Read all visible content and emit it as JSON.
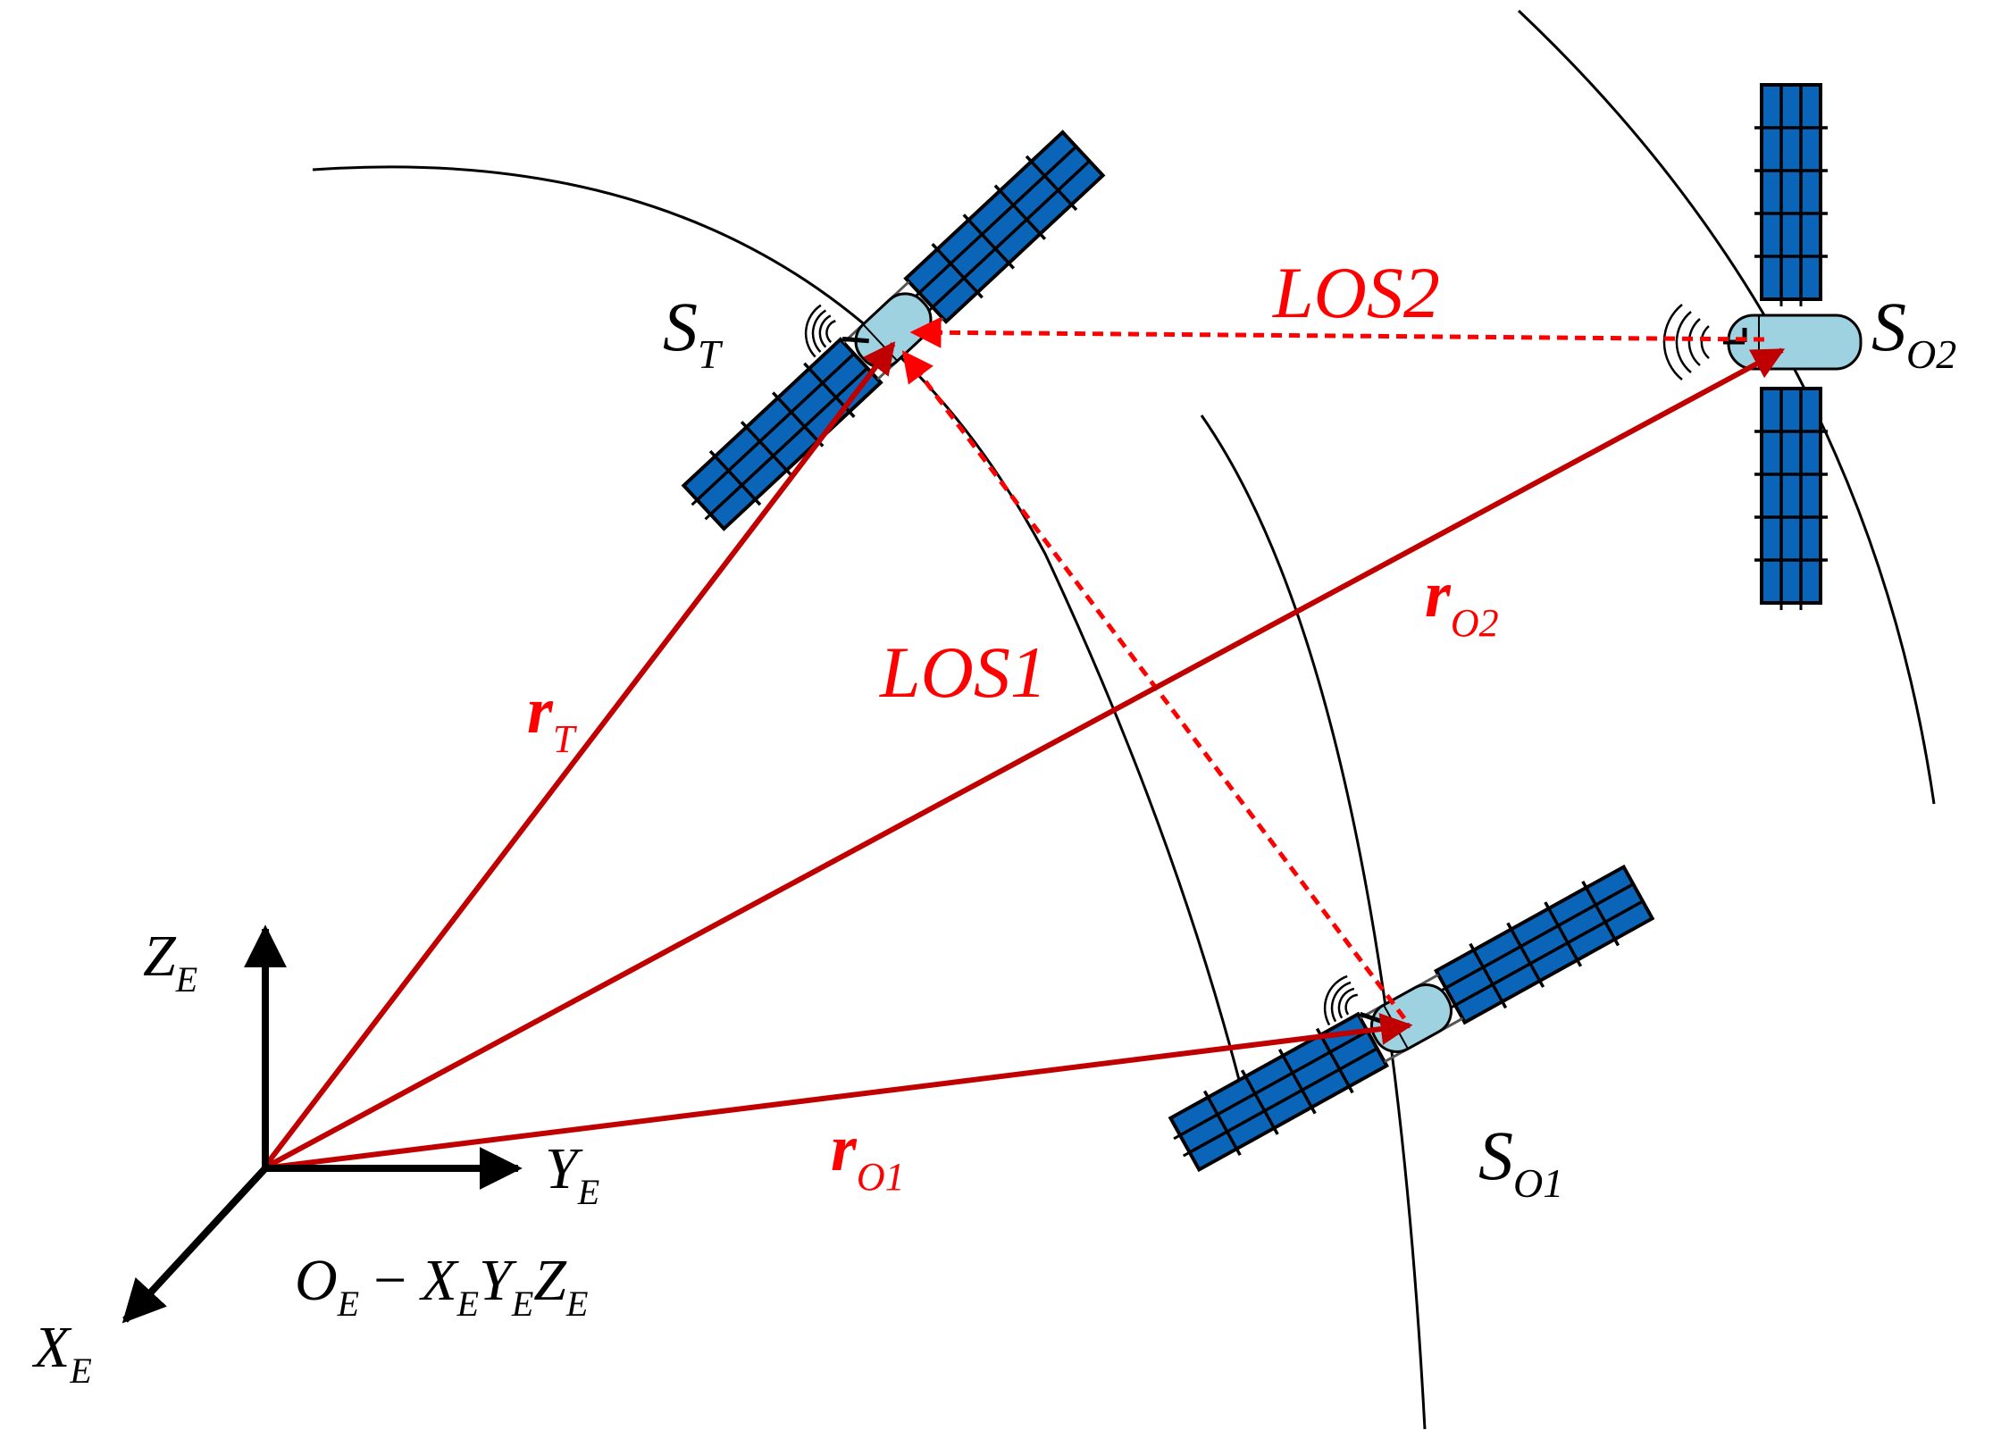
{
  "colors": {
    "background": "#ffffff",
    "orbit": "#000000",
    "axis": "#000000",
    "position_vector": "#c00000",
    "los": "#ff0000",
    "label_red": "#ff0000",
    "panel_fill": "#0a64b8",
    "panel_grid": "#000000",
    "body_fill": "#9ed2e0"
  },
  "icons": {
    "satellite": "satellite-icon",
    "antenna": "antenna-signal-icon"
  },
  "frame": {
    "z_axis": {
      "main": "Z",
      "sub": "E"
    },
    "y_axis": {
      "main": "Y",
      "sub": "E"
    },
    "x_axis": {
      "main": "X",
      "sub": "E"
    },
    "name": {
      "o": "O",
      "o_sub": "E",
      "dash": "−",
      "x": "X",
      "x_sub": "E",
      "y": "Y",
      "y_sub": "E",
      "z": "Z",
      "z_sub": "E"
    }
  },
  "satellites": {
    "target": {
      "main": "S",
      "sub": "T"
    },
    "observer1": {
      "main": "S",
      "sub": "O1"
    },
    "observer2": {
      "main": "S",
      "sub": "O2"
    }
  },
  "vectors": {
    "r_t": {
      "main": "r",
      "sub": "T"
    },
    "r_o1": {
      "main": "r",
      "sub": "O1"
    },
    "r_o2": {
      "main": "r",
      "sub": "O2"
    }
  },
  "los": {
    "los1": "LOS1",
    "los2": "LOS2"
  }
}
